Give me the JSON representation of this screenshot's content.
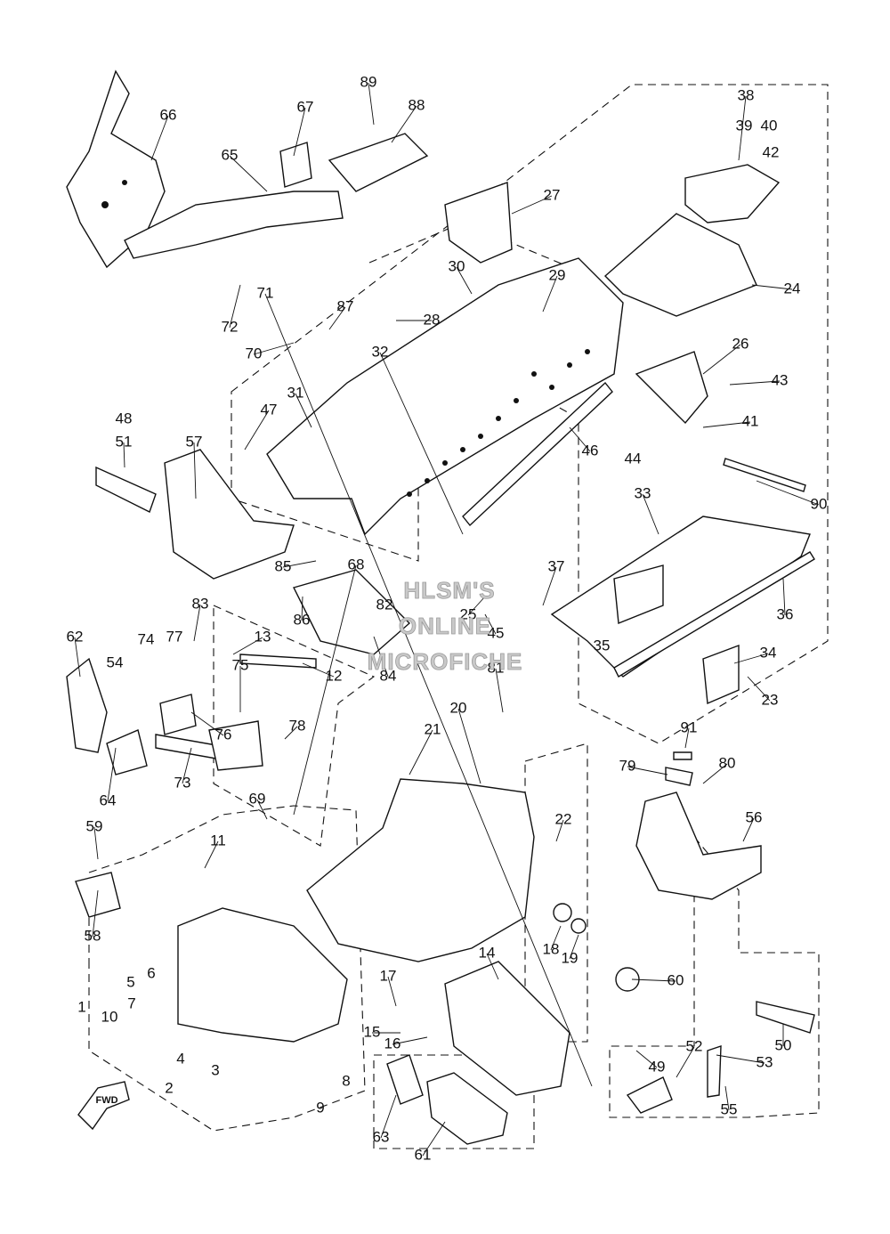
{
  "diagram": {
    "callouts": [
      "1",
      "2",
      "3",
      "4",
      "5",
      "6",
      "7",
      "8",
      "9",
      "10",
      "11",
      "12",
      "13",
      "14",
      "15",
      "16",
      "17",
      "18",
      "19",
      "20",
      "21",
      "22",
      "23",
      "24",
      "25",
      "26",
      "27",
      "28",
      "29",
      "30",
      "31",
      "32",
      "33",
      "34",
      "35",
      "36",
      "37",
      "38",
      "39",
      "40",
      "41",
      "42",
      "43",
      "44",
      "45",
      "46",
      "47",
      "48",
      "49",
      "50",
      "51",
      "52",
      "53",
      "54",
      "55",
      "56",
      "57",
      "58",
      "59",
      "60",
      "61",
      "62",
      "63",
      "64",
      "65",
      "66",
      "67",
      "68",
      "69",
      "70",
      "71",
      "72",
      "73",
      "74",
      "75",
      "76",
      "77",
      "78",
      "79",
      "80",
      "81",
      "82",
      "83",
      "84",
      "85",
      "86",
      "87",
      "88",
      "89",
      "90",
      "91"
    ],
    "fwd_label": "FWD",
    "watermark": [
      "HLSM'S",
      "ONLINE",
      "MICROFICHE"
    ]
  }
}
